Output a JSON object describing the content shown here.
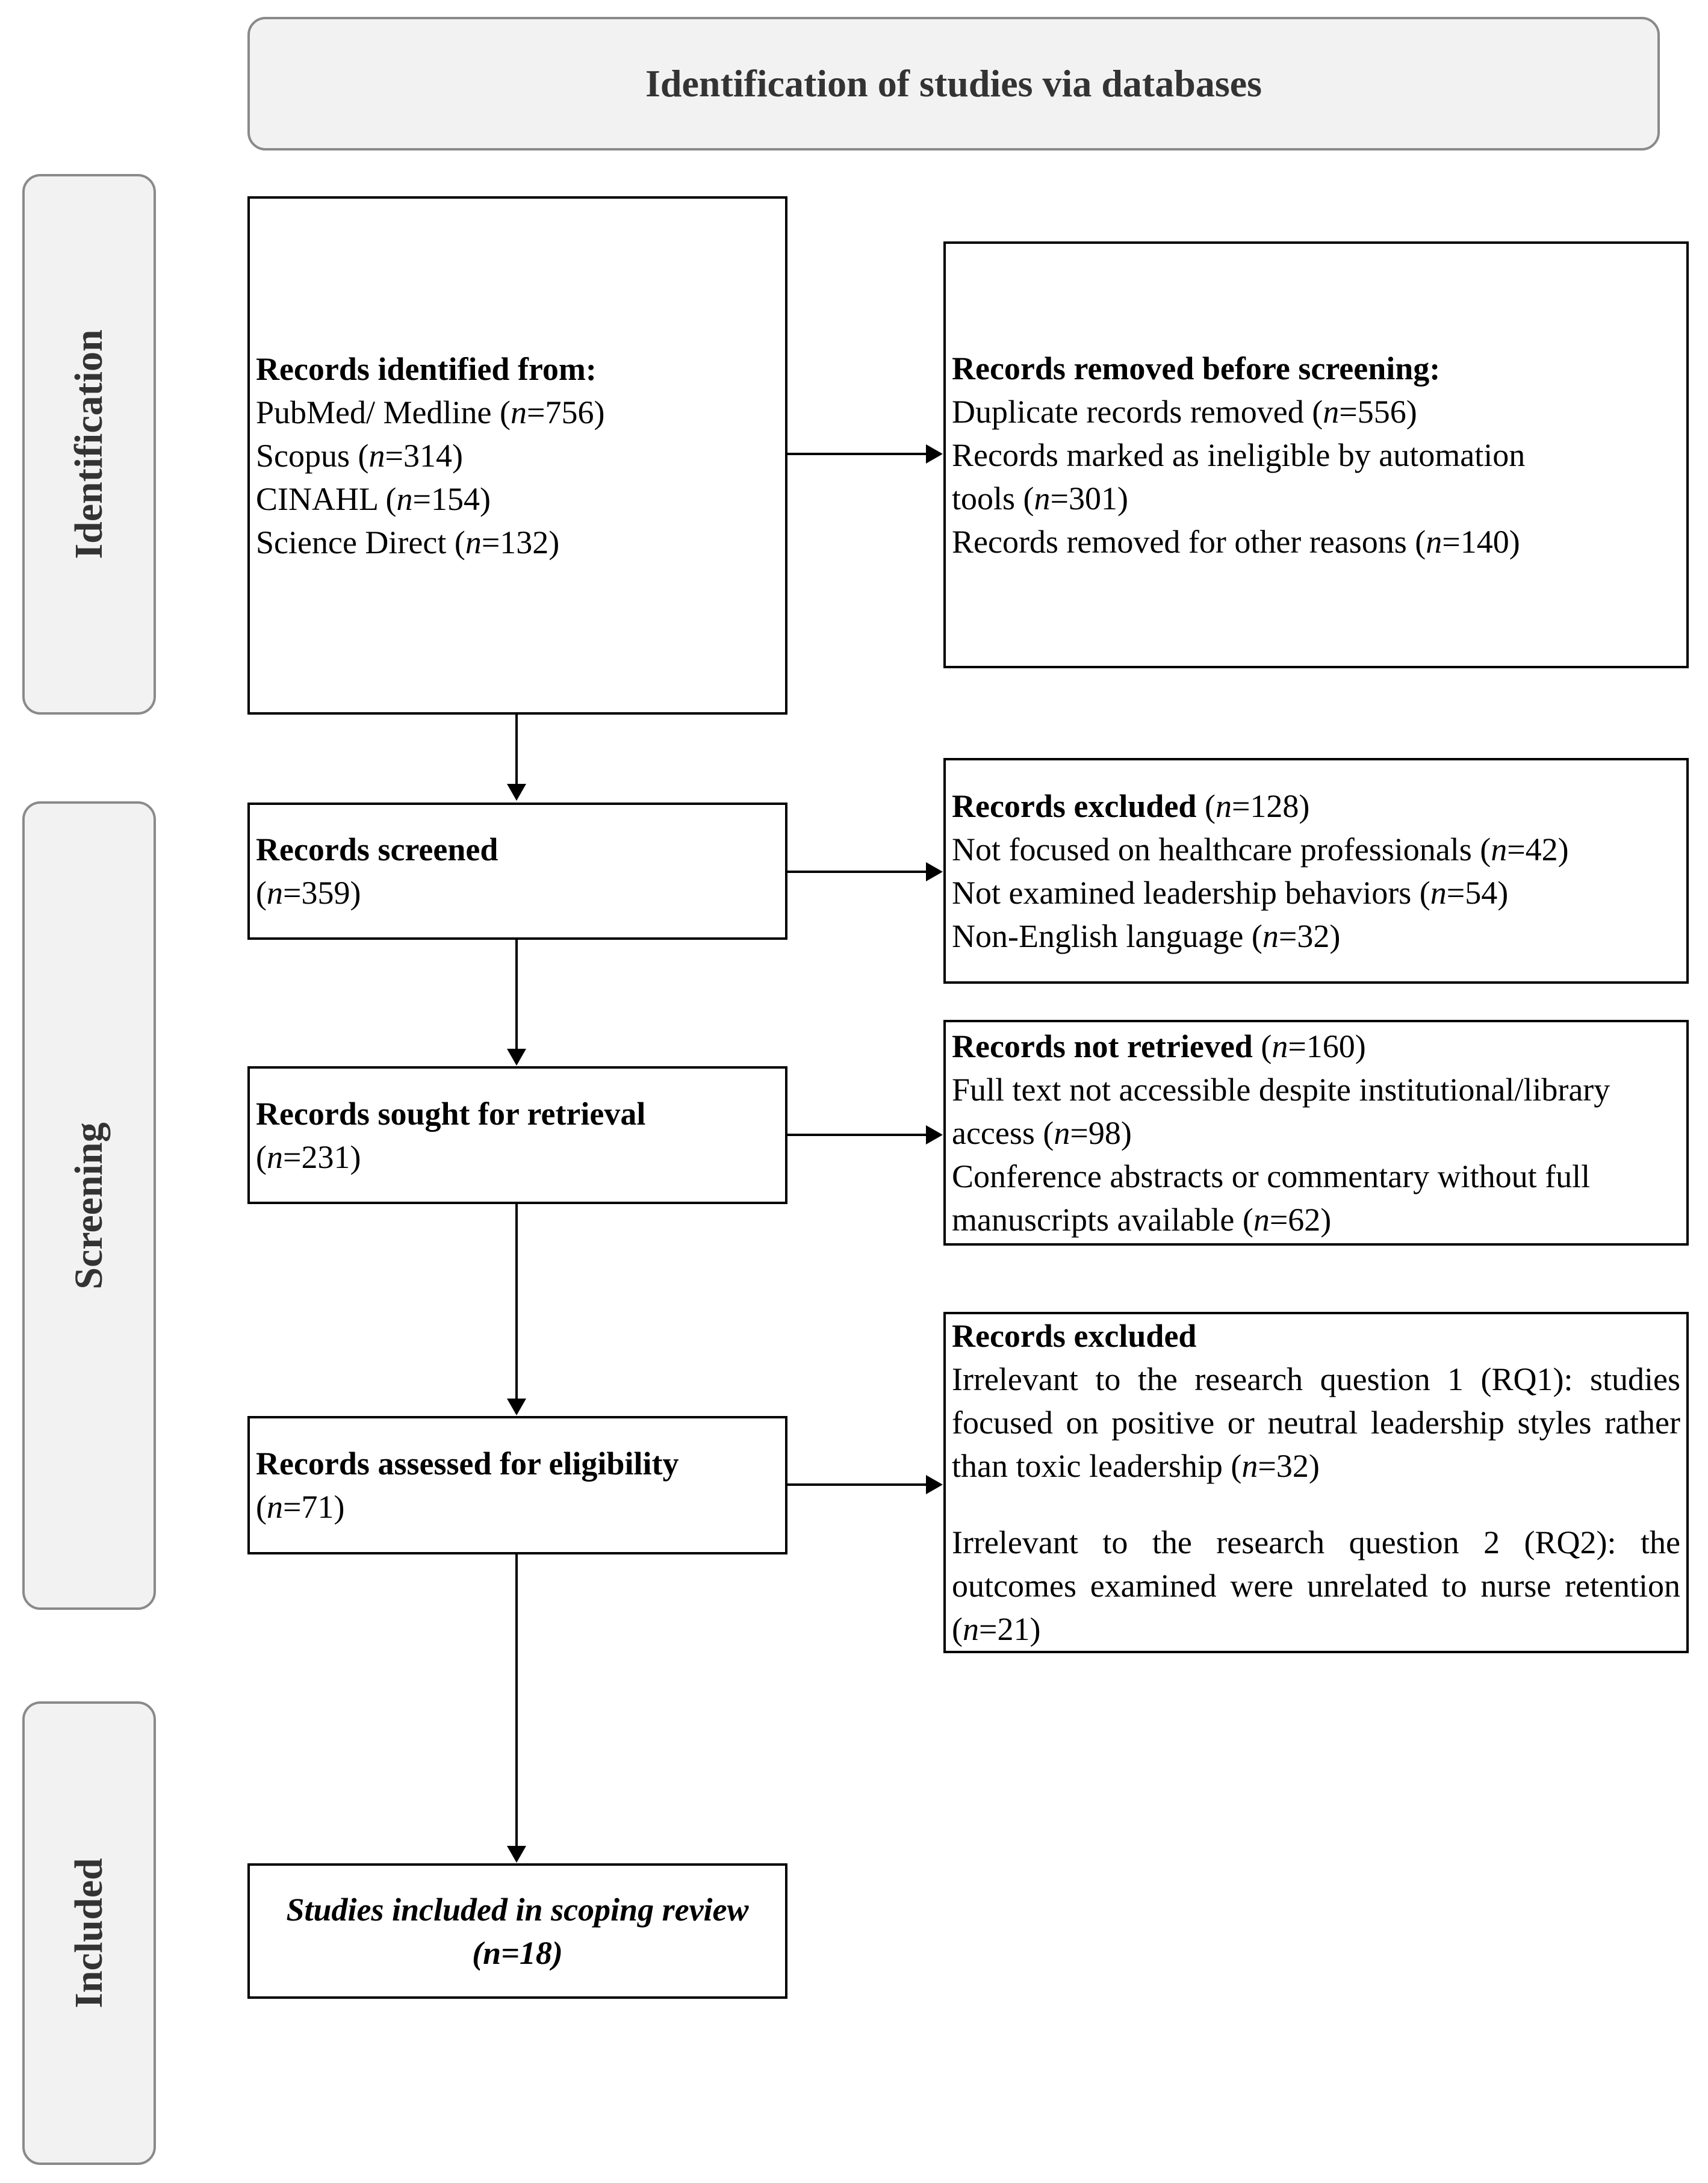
{
  "header": {
    "title": "Identification of studies via databases"
  },
  "phases": {
    "identification": "Identification",
    "screening": "Screening",
    "included": "Included"
  },
  "records_identified": {
    "title": "Records identified from:",
    "sources": [
      {
        "name": "PubMed/ Medline",
        "n": "756"
      },
      {
        "name": "Scopus",
        "n": "314"
      },
      {
        "name": "CINAHL",
        "n": "154"
      },
      {
        "name": "Science Direct",
        "n": "132"
      }
    ]
  },
  "records_removed": {
    "title": "Records removed before screening:",
    "duplicate": {
      "text": "Duplicate records removed",
      "n": "556"
    },
    "automation": {
      "text_line1": "Records marked as ineligible by automation",
      "text_line2": "tools",
      "n": "301"
    },
    "other": {
      "text": "Records removed for other reasons",
      "n": "140"
    }
  },
  "records_screened": {
    "title": "Records screened",
    "n": "359"
  },
  "records_excluded_1": {
    "title": "Records excluded",
    "n": "128",
    "items": [
      {
        "text": "Not focused on healthcare professionals",
        "n": "42"
      },
      {
        "text": "Not examined leadership behaviors",
        "n": "54"
      },
      {
        "text": "Non-English language",
        "n": "32"
      }
    ]
  },
  "records_sought": {
    "title": "Records sought for retrieval",
    "n": "231"
  },
  "records_not_retrieved": {
    "title": "Records not retrieved",
    "n": "160",
    "item1": {
      "line1": "Full text not accessible despite institutional/library",
      "line2": "access",
      "n": "98"
    },
    "item2": {
      "line1": "Conference abstracts or commentary without full",
      "line2": "manuscripts available",
      "n": "62"
    }
  },
  "records_assessed": {
    "title": "Records assessed for eligibility",
    "n": "71"
  },
  "records_excluded_2": {
    "title": "Records excluded",
    "rq1": {
      "text": "Irrelevant to the research question 1 (RQ1): studies focused on positive or neutral leadership styles rather than toxic leadership",
      "n": "32"
    },
    "rq2": {
      "text": "Irrelevant to the research question 2  (RQ2): the outcomes examined were unrelated to nurse retention",
      "n": "21"
    }
  },
  "included": {
    "line1": "Studies included in scoping review",
    "line2": "(n=18)"
  },
  "labels": {
    "n_symbol": "n",
    "eq": "="
  }
}
